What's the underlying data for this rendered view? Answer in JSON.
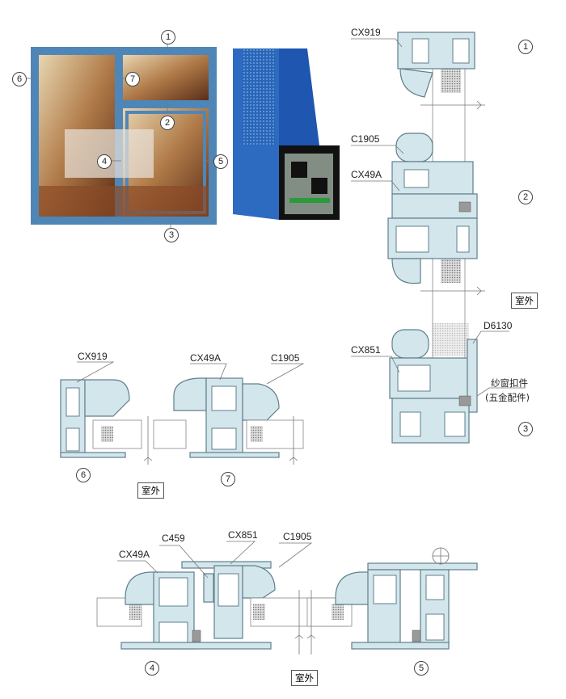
{
  "photo_callouts": [
    "1",
    "7",
    "2",
    "4",
    "5",
    "6",
    "3"
  ],
  "right_section": {
    "labels": {
      "cx919": "CX919",
      "c1905": "C1905",
      "cx49a": "CX49A",
      "cx851": "CX851",
      "d6130": "D6130",
      "screen_clip": "纱窗扣件",
      "hardware": "(五金配件)"
    },
    "circles": [
      "1",
      "2",
      "3"
    ],
    "outside": "室外"
  },
  "middle_section": {
    "labels": {
      "cx919": "CX919",
      "cx49a": "CX49A",
      "c1905": "C1905"
    },
    "circles": [
      "6",
      "7"
    ],
    "outside": "室外"
  },
  "bottom_section": {
    "labels": {
      "cx49a": "CX49A",
      "c459": "C459",
      "cx851": "CX851",
      "c1905": "C1905"
    },
    "circles": [
      "4",
      "5"
    ],
    "outside": "室外"
  },
  "colors": {
    "frame": "#4f86b8",
    "profile": "#d3e6ec",
    "profile_stroke": "#5f7f8b"
  }
}
